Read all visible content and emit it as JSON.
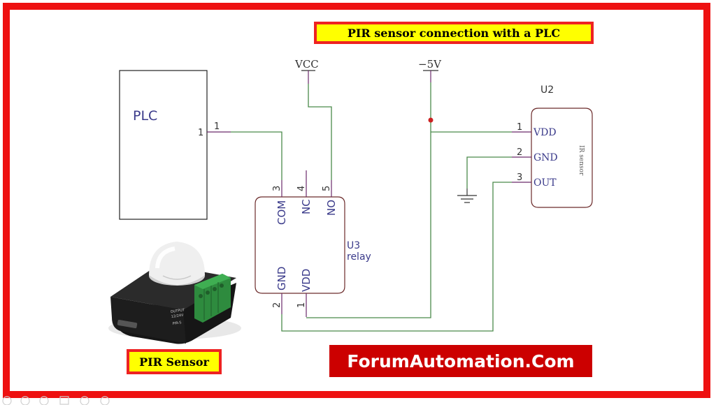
{
  "title": "PIR sensor connection with a PLC",
  "pir_caption": "PIR Sensor",
  "brand": "ForumAutomation.Com",
  "plc": {
    "label": "PLC",
    "pin_left": "1",
    "pin_right": "1"
  },
  "power": {
    "vcc": "VCC",
    "neg5v": "−5V"
  },
  "relay": {
    "designator": "U3",
    "type": "relay",
    "pins": [
      {
        "num": "3",
        "name": "COM"
      },
      {
        "num": "4",
        "name": "NC"
      },
      {
        "num": "5",
        "name": "NO"
      },
      {
        "num": "2",
        "name": "GND"
      },
      {
        "num": "1",
        "name": "VDD"
      }
    ]
  },
  "sensor": {
    "designator": "U2",
    "body_text": "IR sensor",
    "pins": [
      {
        "num": "1",
        "name": "VDD"
      },
      {
        "num": "2",
        "name": "GND"
      },
      {
        "num": "3",
        "name": "OUT"
      }
    ]
  },
  "device_labels": {
    "output": "OUTPUT",
    "output_v": "12/24V",
    "model": "PIR-S"
  },
  "colors": {
    "frame": "#ee1111",
    "wire": "#4a8a4a",
    "body": "#6b2a2a",
    "junction": "#cc2222",
    "highlight": "#ffff00",
    "brand_bg": "#cc0000"
  },
  "icons": [
    "ground-symbol",
    "junction-dot",
    "pir-sensor-module-image"
  ]
}
